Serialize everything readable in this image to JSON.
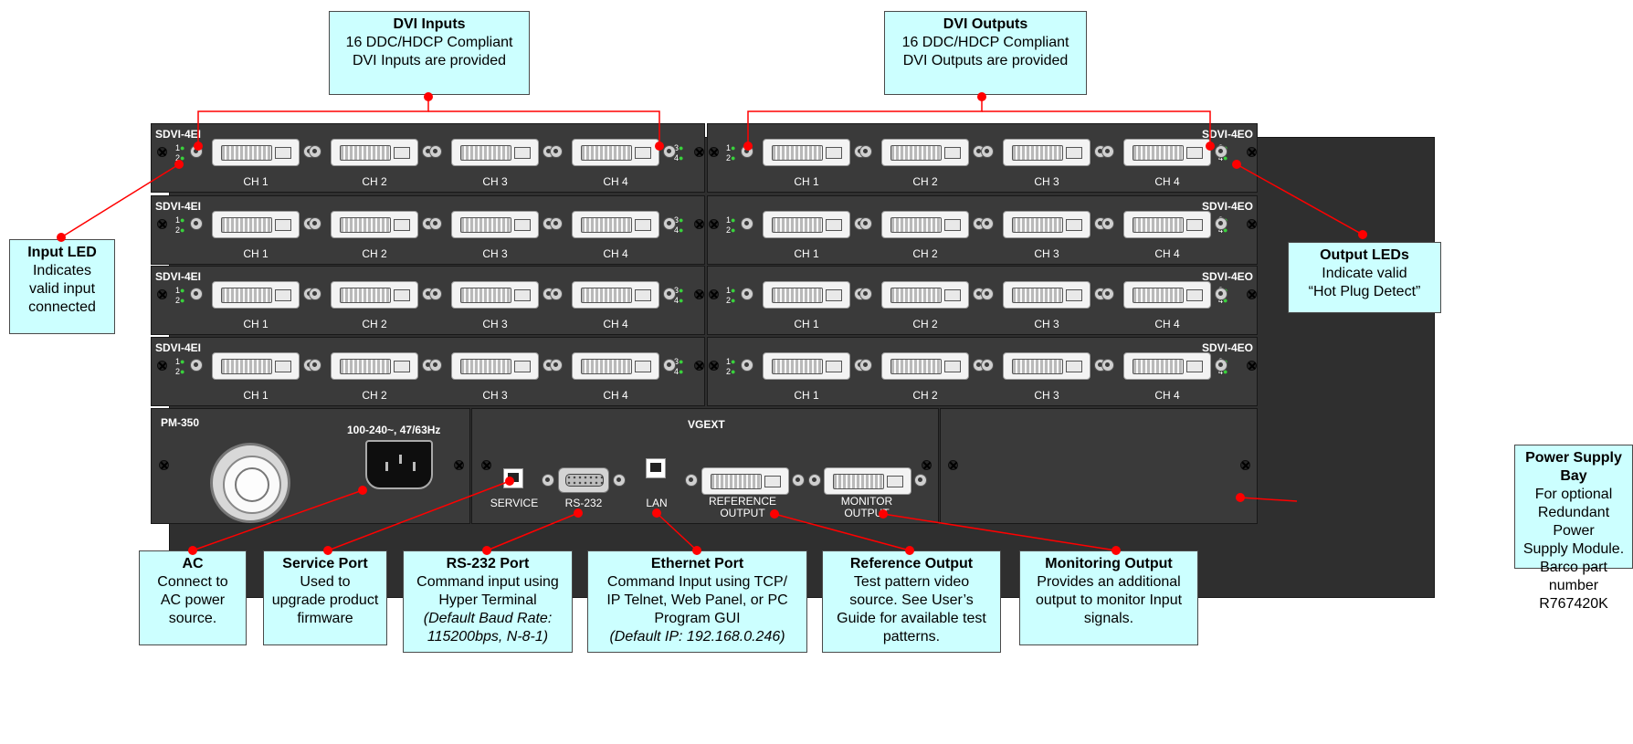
{
  "chassis": {
    "input_rows": [
      {
        "title": "SDVI-4EI",
        "channels": [
          "CH 1",
          "CH 2",
          "CH 3",
          "CH 4"
        ],
        "leds_left": [
          "1",
          "2"
        ],
        "leds_right": [
          "3",
          "4"
        ]
      },
      {
        "title": "SDVI-4EI",
        "channels": [
          "CH 1",
          "CH 2",
          "CH 3",
          "CH 4"
        ],
        "leds_left": [
          "1",
          "2"
        ],
        "leds_right": [
          "3",
          "4"
        ]
      },
      {
        "title": "SDVI-4EI",
        "channels": [
          "CH 1",
          "CH 2",
          "CH 3",
          "CH 4"
        ],
        "leds_left": [
          "1",
          "2"
        ],
        "leds_right": [
          "3",
          "4"
        ]
      },
      {
        "title": "SDVI-4EI",
        "channels": [
          "CH 1",
          "CH 2",
          "CH 3",
          "CH 4"
        ],
        "leds_left": [
          "1",
          "2"
        ],
        "leds_right": [
          "3",
          "4"
        ]
      }
    ],
    "output_rows": [
      {
        "title": "SDVI-4EO",
        "channels": [
          "CH 1",
          "CH 2",
          "CH 3",
          "CH 4"
        ],
        "leds_left": [
          "1",
          "2"
        ],
        "leds_right": [
          "3",
          "4"
        ]
      },
      {
        "title": "SDVI-4EO",
        "channels": [
          "CH 1",
          "CH 2",
          "CH 3",
          "CH 4"
        ],
        "leds_left": [
          "1",
          "2"
        ],
        "leds_right": [
          "3",
          "4"
        ]
      },
      {
        "title": "SDVI-4EO",
        "channels": [
          "CH 1",
          "CH 2",
          "CH 3",
          "CH 4"
        ],
        "leds_left": [
          "1",
          "2"
        ],
        "leds_right": [
          "3",
          "4"
        ]
      },
      {
        "title": "SDVI-4EO",
        "channels": [
          "CH 1",
          "CH 2",
          "CH 3",
          "CH 4"
        ],
        "leds_left": [
          "1",
          "2"
        ],
        "leds_right": [
          "3",
          "4"
        ]
      }
    ],
    "power_module": {
      "title": "PM-350",
      "rating": "100-240~, 47/63Hz"
    },
    "vgext": {
      "title": "VGEXT",
      "service_label": "SERVICE",
      "rs232_label": "RS-232",
      "lan_label": "LAN",
      "reference_label": [
        "REFERENCE",
        "OUTPUT"
      ],
      "monitor_label": [
        "MONITOR",
        "OUTPUT"
      ]
    }
  },
  "callouts": {
    "dvi_inputs": {
      "title": "DVI Inputs",
      "lines": [
        "16 DDC/HDCP Compliant",
        "DVI Inputs are provided"
      ]
    },
    "dvi_outputs": {
      "title": "DVI Outputs",
      "lines": [
        "16 DDC/HDCP Compliant",
        "DVI Outputs are provided"
      ]
    },
    "input_led": {
      "title": "Input LED",
      "lines": [
        "Indicates",
        "valid input",
        "connected"
      ]
    },
    "output_leds": {
      "title": "Output LEDs",
      "lines": [
        "Indicate valid",
        "“Hot Plug Detect”"
      ]
    },
    "power_supply_bay": {
      "title": "Power Supply Bay",
      "lines": [
        "For optional",
        "Redundant Power",
        "Supply Module.",
        "Barco part number",
        "R767420K"
      ]
    },
    "ac": {
      "title": "AC",
      "lines": [
        "Connect to",
        "AC power",
        "source."
      ]
    },
    "service_port": {
      "title": "Service Port",
      "lines": [
        "Used to",
        "upgrade product",
        "firmware"
      ]
    },
    "rs232_port": {
      "title": "RS-232 Port",
      "lines": [
        "Command input using",
        "Hyper Terminal"
      ],
      "italic_lines": [
        "(Default Baud Rate:",
        "115200bps, N-8-1)"
      ]
    },
    "ethernet_port": {
      "title": "Ethernet Port",
      "lines": [
        "Command Input using TCP/",
        "IP Telnet, Web Panel, or PC",
        "Program GUI"
      ],
      "italic_lines": [
        "(Default IP: 192.168.0.246)"
      ]
    },
    "reference_output": {
      "title": "Reference Output",
      "lines": [
        "Test pattern video",
        "source. See User’s",
        "Guide for available test",
        "patterns."
      ]
    },
    "monitoring_output": {
      "title": "Monitoring Output",
      "lines": [
        "Provides an additional",
        "output to monitor Input",
        "signals."
      ]
    }
  },
  "colors": {
    "leader_line": "#ff0000",
    "callout_fill": "#ccffff",
    "led_green": "#39d13c",
    "chassis": "#2f2f2f"
  }
}
